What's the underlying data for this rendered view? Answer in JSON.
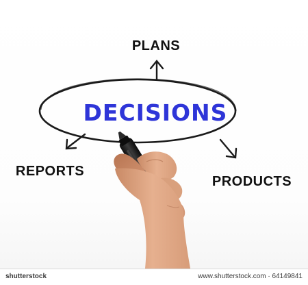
{
  "diagram": {
    "center_label": "DECISIONS",
    "center_color": "#2e35d8",
    "branches": {
      "top": "PLANS",
      "left": "REPORTS",
      "right": "PRODUCTS"
    }
  },
  "watermark": {
    "brand": "shutterstock",
    "id_text": "www.shutterstock.com · 64149841"
  }
}
